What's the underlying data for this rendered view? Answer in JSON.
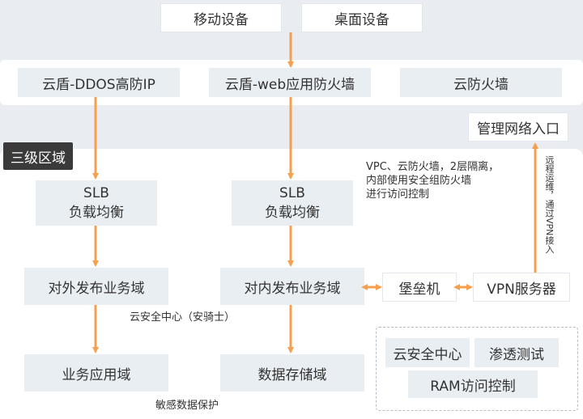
{
  "devices": {
    "mobile": "移动设备",
    "desktop": "桌面设备"
  },
  "edge": {
    "ddos": "云盾-DDOS高防IP",
    "waf": "云盾-web应用防火墙",
    "firewall": "云防火墙"
  },
  "mgmt_entry": "管理网络入口",
  "zone_tag": "三级区域",
  "slb_left": {
    "line1": "SLB",
    "line2": "负载均衡"
  },
  "slb_right": {
    "line1": "SLB",
    "line2": "负载均衡"
  },
  "domains": {
    "external": "对外发布业务域",
    "internal": "对内发布业务域",
    "app": "业务应用域",
    "storage": "数据存储域"
  },
  "bastion": "堡垒机",
  "vpn": "VPN服务器",
  "notes": {
    "vpc": [
      "VPC、云防火墙，2层隔离，",
      "内部使用安全组防火墙",
      "进行访问控制"
    ],
    "security_center": "云安全中心（安骑士）",
    "sensitive": "敏感数据保护",
    "vpn_access": "远程运维，通过VPN接入"
  },
  "services": {
    "security_center": "云安全中心",
    "pentest": "渗透测试",
    "ram": "RAM访问控制"
  },
  "colors": {
    "arrow": "#f5a04e",
    "tag": "#3a3a3a",
    "panel": "#ffffff",
    "box": "#e9eef3"
  }
}
